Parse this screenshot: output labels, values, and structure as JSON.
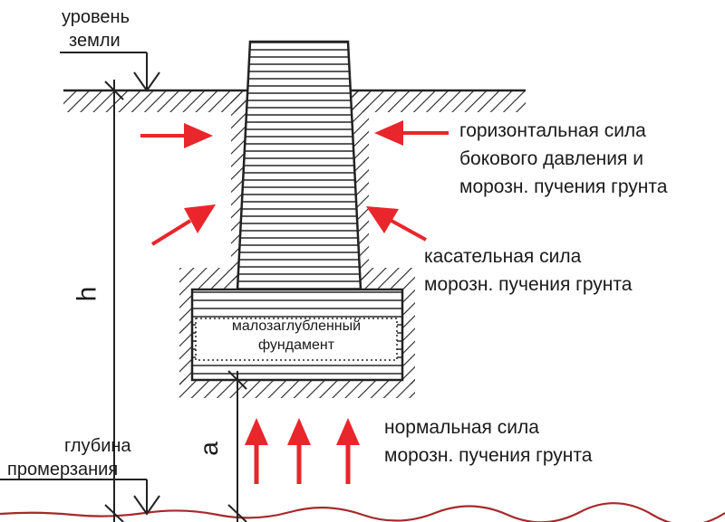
{
  "labels": {
    "ground_level": [
      "уровень",
      "земли"
    ],
    "freeze_depth": [
      "глубина",
      "промерзания"
    ],
    "horizontal_force": [
      "горизонтальная сила",
      "бокового давления и",
      "морозн. пучения грунта"
    ],
    "tangential_force": [
      "касательная сила",
      "морозн. пучения грунта"
    ],
    "normal_force": [
      "нормальная сила",
      "морозн. пучения грунта"
    ],
    "foundation": [
      "малозаглубленный",
      "фундамент"
    ],
    "dim_h": "h",
    "dim_a": "a"
  },
  "colors": {
    "arrow": "#e8262b",
    "line": "#222222",
    "freeze_line": "#a52a2a",
    "background": "#ffffff"
  }
}
